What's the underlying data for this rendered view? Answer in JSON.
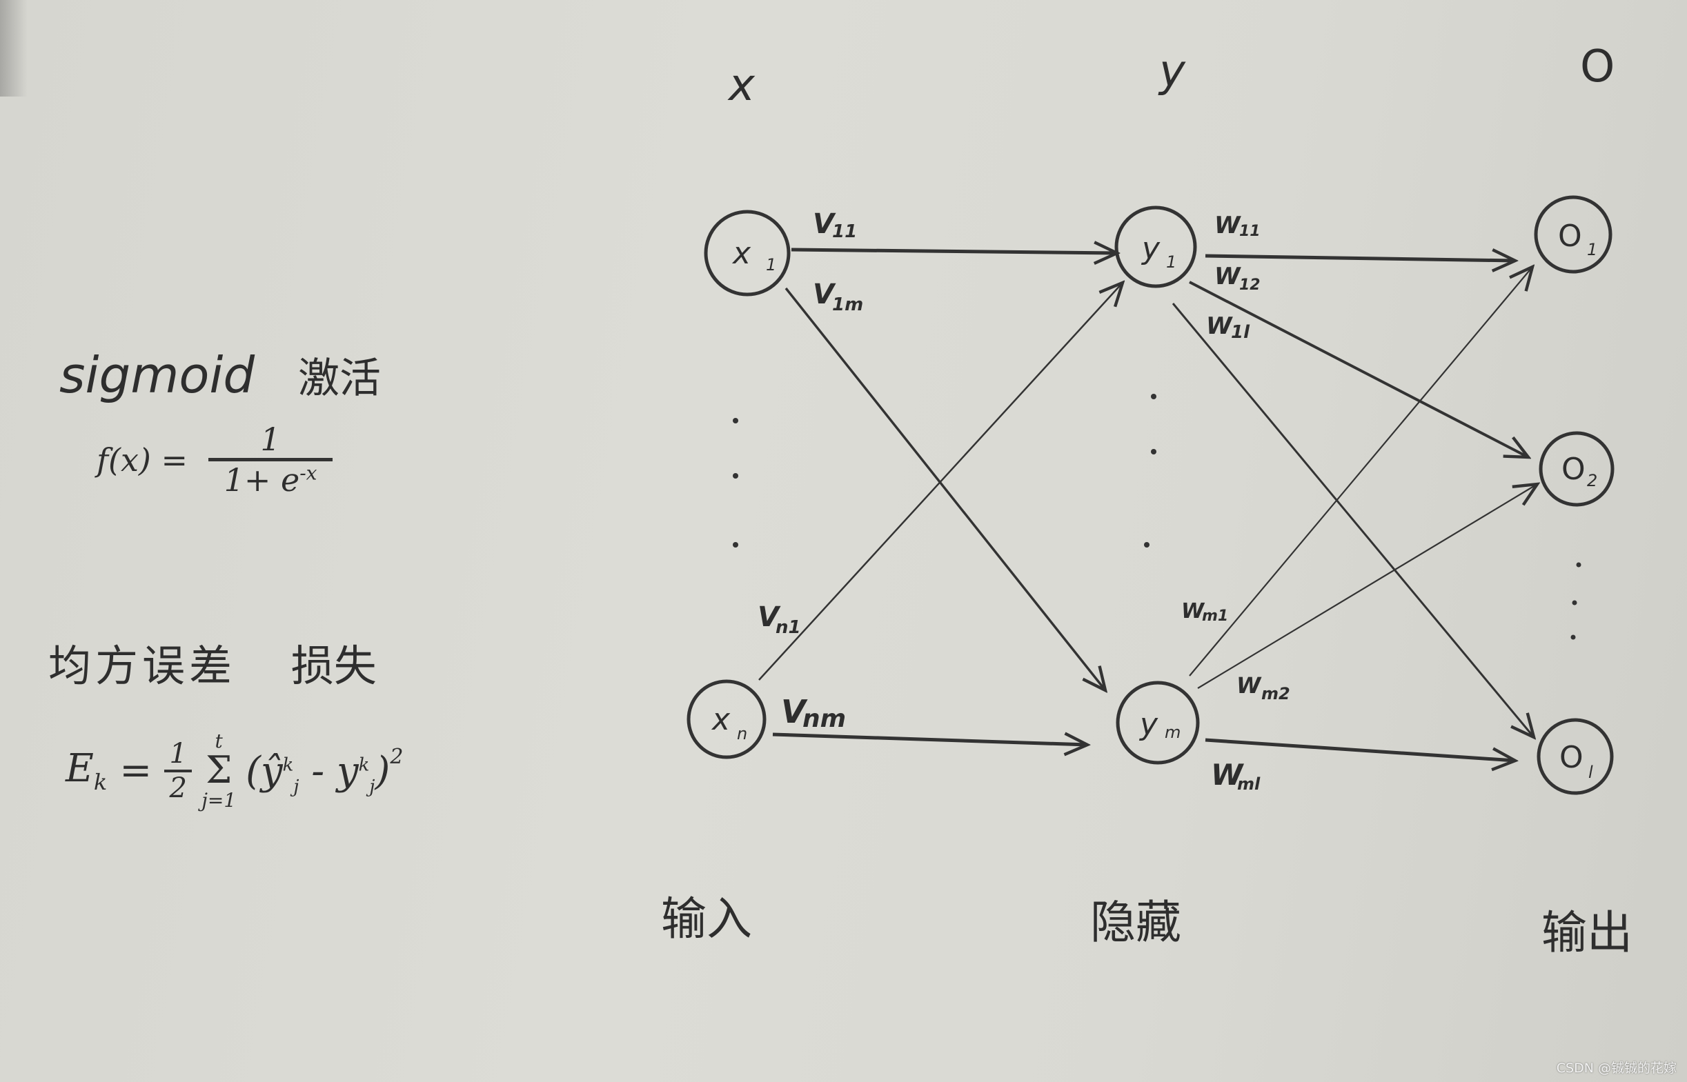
{
  "layers": {
    "input": {
      "letter": "x",
      "name": "输入"
    },
    "hidden": {
      "letter": "y",
      "name": "隐藏"
    },
    "output": {
      "letter": "O",
      "name": "输出"
    }
  },
  "nodes": {
    "x1": {
      "main": "x",
      "sub": "1"
    },
    "xn": {
      "main": "x",
      "sub": "n"
    },
    "y1": {
      "main": "y",
      "sub": "1"
    },
    "ym": {
      "main": "y",
      "sub": "m"
    },
    "o1": {
      "main": "O",
      "sub": "1"
    },
    "o2": {
      "main": "O",
      "sub": "2"
    },
    "ol": {
      "main": "O",
      "sub": "l"
    }
  },
  "edges": {
    "v11": {
      "main": "V",
      "sub": "11"
    },
    "v1m": {
      "main": "V",
      "sub": "1m"
    },
    "vn1": {
      "main": "V",
      "sub": "n1"
    },
    "vnm": {
      "main": "V",
      "sub": "nm"
    },
    "w11": {
      "main": "W",
      "sub": "11"
    },
    "w12": {
      "main": "W",
      "sub": "12"
    },
    "w1l": {
      "main": "W",
      "sub": "1l"
    },
    "wm1": {
      "main": "W",
      "sub": "m1"
    },
    "wm2": {
      "main": "W",
      "sub": "m2"
    },
    "wml": {
      "main": "W",
      "sub": "ml"
    }
  },
  "notes": {
    "sigmoid": {
      "title": "sigmoid",
      "title_cn": "激活",
      "lhs": "f(x) =",
      "numerator": "1",
      "denominator": "1+ e",
      "exponent": "-x"
    },
    "mse": {
      "title_cn": "均方误差",
      "title_cn2": "损失",
      "lhs": "E",
      "lhs_sub": "k",
      "eq": "=",
      "half_num": "1",
      "half_den": "2",
      "sum_top": "t",
      "sum_sym": "Σ",
      "sum_bottom": "j=1",
      "term": "(ŷ",
      "term_sup": "k",
      "term_sub": "j",
      "minus": "- y",
      "term2_sup": "k",
      "term2_sub": "j",
      "close": ")",
      "power": "2"
    }
  },
  "ellipsis": "·",
  "watermark": "CSDN @铖铖的花嫁"
}
